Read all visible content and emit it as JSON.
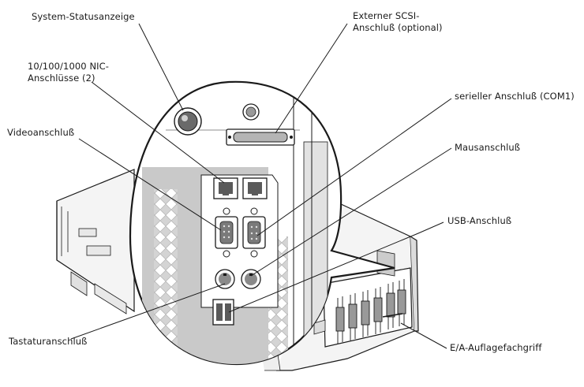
{
  "diagram": {
    "labels": {
      "system_status": "System-Statusanzeige",
      "nic_line1": "10/100/1000 NIC-",
      "nic_line2": "Anschlüsse (2)",
      "video": "Videoanschluß",
      "scsi_line1": "Externer SCSI-",
      "scsi_line2": "Anschluß (optional)",
      "serial": "serieller Anschluß (COM1)",
      "mouse": "Mausanschluß",
      "usb": "USB-Anschluß",
      "keyboard": "Tastaturanschluß",
      "io_handle": "E/A-Auflagefachgriff"
    },
    "colors": {
      "line": "#1a1a1a",
      "panel_shade": "#c9c9c9",
      "panel_dark": "#8a8a8a",
      "background": "#ffffff"
    }
  }
}
